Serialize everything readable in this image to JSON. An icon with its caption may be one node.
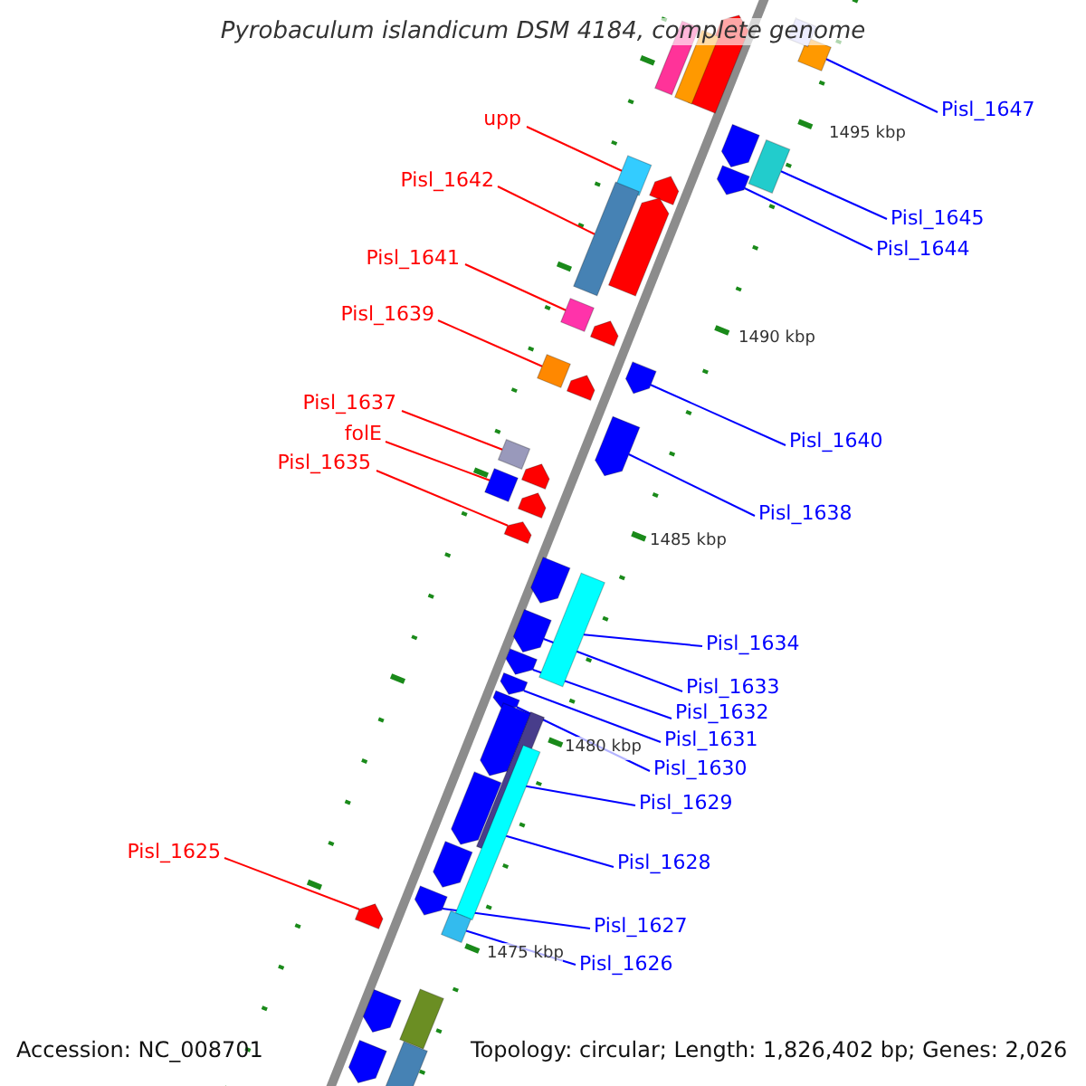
{
  "diagram": {
    "title": "Pyrobaculum islandicum DSM 4184, complete genome",
    "nodes": [
      {
        "text": [
          "Pisl_1647"
        ]
      },
      {
        "text": [],
        "shape": "box"
      },
      {
        "text": [
          "upp"
        ]
      },
      {
        "text": [],
        "shape": "box"
      },
      {
        "text": [
          "Pisl_1642"
        ]
      },
      {
        "text": [],
        "shape": "box"
      },
      {
        "text": [
          "Pisl_1645"
        ]
      },
      {
        "text": [],
        "shape": "box"
      },
      {
        "text": [
          "Pisl_1644"
        ]
      },
      {
        "text": [],
        "shape": "pentagon"
      },
      {
        "text": [
          "Pisl_1641"
        ]
      },
      {
        "text": [],
        "shape": "box"
      },
      {
        "text": [
          "Pisl_1639"
        ]
      },
      {
        "text": [],
        "shape": "box"
      },
      {
        "text": [
          "Pisl_1637"
        ]
      },
      {
        "text": [],
        "shape": "box"
      },
      {
        "text": [
          "folE"
        ]
      },
      {
        "text": [],
        "shape": "box"
      },
      {
        "text": [
          "Pisl_1640"
        ]
      },
      {
        "text": [],
        "shape": "pentagon"
      },
      {
        "text": [
          "Pisl_1635"
        ]
      },
      {
        "text": [],
        "shape": "pentagon"
      },
      {
        "text": [
          "Pisl_1638"
        ]
      },
      {
        "text": [],
        "shape": "pentagon"
      },
      {
        "text": [
          "Pisl_1634"
        ]
      },
      {
        "text": [],
        "shape": "box"
      },
      {
        "text": [
          "Pisl_1633"
        ]
      },
      {
        "text": [],
        "shape": "pentagon"
      },
      {
        "text": [
          "Pisl_1632"
        ]
      },
      {
        "text": [],
        "shape": "pentagon"
      },
      {
        "text": [
          "Pisl_1631"
        ]
      },
      {
        "text": [],
        "shape": "pentagon"
      },
      {
        "text": [
          "Pisl_1630"
        ]
      },
      {
        "text": [],
        "shape": "pentagon"
      },
      {
        "text": [
          "Pisl_1629"
        ]
      },
      {
        "text": [],
        "shape": "box"
      },
      {
        "text": [
          "Pisl_1628"
        ]
      },
      {
        "text": [],
        "shape": "box"
      },
      {
        "text": [
          "Pisl_1625"
        ]
      },
      {
        "text": [],
        "shape": "pentagon"
      },
      {
        "text": [
          "Pisl_1627"
        ]
      },
      {
        "text": [],
        "shape": "pentagon"
      },
      {
        "text": [
          "Pisl_1626"
        ]
      },
      {
        "text": [],
        "shape": "box"
      },
      {
        "text": [],
        "shape": "box"
      },
      {
        "text": [],
        "shape": "box"
      },
      {
        "text": [],
        "shape": "pentagon"
      },
      {
        "text": [],
        "shape": "box"
      },
      {
        "text": [],
        "shape": "pentagon"
      },
      {
        "text": [],
        "shape": "pentagon"
      },
      {
        "text": [],
        "shape": "pentagon"
      },
      {
        "text": [],
        "shape": "pentagon"
      },
      {
        "text": [],
        "shape": "pentagon"
      },
      {
        "text": [],
        "shape": "pentagon"
      },
      {
        "text": [],
        "shape": "pentagon"
      },
      {
        "text": [],
        "shape": "pentagon"
      },
      {
        "text": [],
        "shape": "pentagon"
      },
      {
        "text": [],
        "shape": "pentagon"
      },
      {
        "text": [],
        "shape": "pentagon"
      },
      {
        "text": [],
        "shape": "pentagon"
      },
      {
        "text": [],
        "shape": "box"
      },
      {
        "text": [],
        "shape": "pentagon"
      },
      {
        "text": [],
        "shape": "box"
      }
    ],
    "edges": [
      {
        "from": 0,
        "to": 1,
        "arrow": "none"
      },
      {
        "from": 2,
        "to": 3,
        "arrow": "none",
        "color": "#ff0000"
      },
      {
        "from": 4,
        "to": 5,
        "arrow": "none",
        "color": "#ff0000"
      },
      {
        "from": 6,
        "to": 7,
        "arrow": "none"
      },
      {
        "from": 8,
        "to": 9,
        "arrow": "none"
      },
      {
        "from": 10,
        "to": 11,
        "arrow": "none",
        "color": "#ff0000"
      },
      {
        "from": 12,
        "to": 13,
        "arrow": "none",
        "color": "#ff0000"
      },
      {
        "from": 14,
        "to": 15,
        "arrow": "none",
        "color": "#ff0000"
      },
      {
        "from": 16,
        "to": 17,
        "arrow": "none",
        "color": "#ff0000"
      },
      {
        "from": 18,
        "to": 19,
        "arrow": "none"
      },
      {
        "from": 20,
        "to": 21,
        "arrow": "none",
        "color": "#ff0000"
      },
      {
        "from": 22,
        "to": 23,
        "arrow": "none"
      },
      {
        "from": 24,
        "to": 25,
        "arrow": "none"
      },
      {
        "from": 26,
        "to": 27,
        "arrow": "none"
      },
      {
        "from": 28,
        "to": 29,
        "arrow": "none"
      },
      {
        "from": 30,
        "to": 31,
        "arrow": "none"
      },
      {
        "from": 32,
        "to": 33,
        "arrow": "none"
      },
      {
        "from": 34,
        "to": 35,
        "arrow": "none"
      },
      {
        "from": 36,
        "to": 37,
        "arrow": "none"
      },
      {
        "from": 38,
        "to": 39,
        "arrow": "none",
        "color": "#ff0000"
      },
      {
        "from": 40,
        "to": 41,
        "arrow": "none"
      },
      {
        "from": 42,
        "to": 43,
        "arrow": "none"
      }
    ],
    "labels": [
      "1495 kbp",
      "1490 kbp",
      "1485 kbp",
      "1480 kbp",
      "1475 kbp",
      "Accession: NC_008701",
      "Topology: circular; Length: 1,826,402 bp; Genes: 2,026"
    ]
  }
}
